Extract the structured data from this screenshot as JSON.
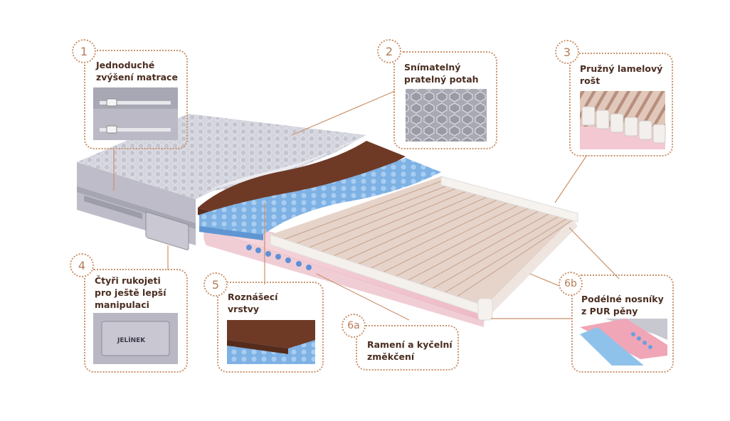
{
  "callouts": [
    {
      "num": "1",
      "text": "Jednoduché\nzvýšení matrace"
    },
    {
      "num": "2",
      "text": "Snímatelný\npratelný potah"
    },
    {
      "num": "3",
      "text": "Pružný lamelový\nrošt"
    },
    {
      "num": "4",
      "text": "Čtyři rukojeti\npro ještě lepší\nmanipulaci"
    },
    {
      "num": "5",
      "text": "Roznášecí\nvrstvy"
    },
    {
      "num": "6a",
      "text": "Ramení a kyčelní\nzměkčení"
    },
    {
      "num": "6b",
      "text": "Podélné nosníky\nz PUR pěny"
    }
  ],
  "handle_brand": "JELÍNEK",
  "colors": {
    "accent": "#c9926b",
    "text": "#4a2d20",
    "foam_blue": "#7fb3e6",
    "foam_pink": "#f2c5cf",
    "latex_brown": "#6e3a26",
    "cover_gray": "#cfcfd8",
    "slat_wood": "#d9b9a6"
  }
}
